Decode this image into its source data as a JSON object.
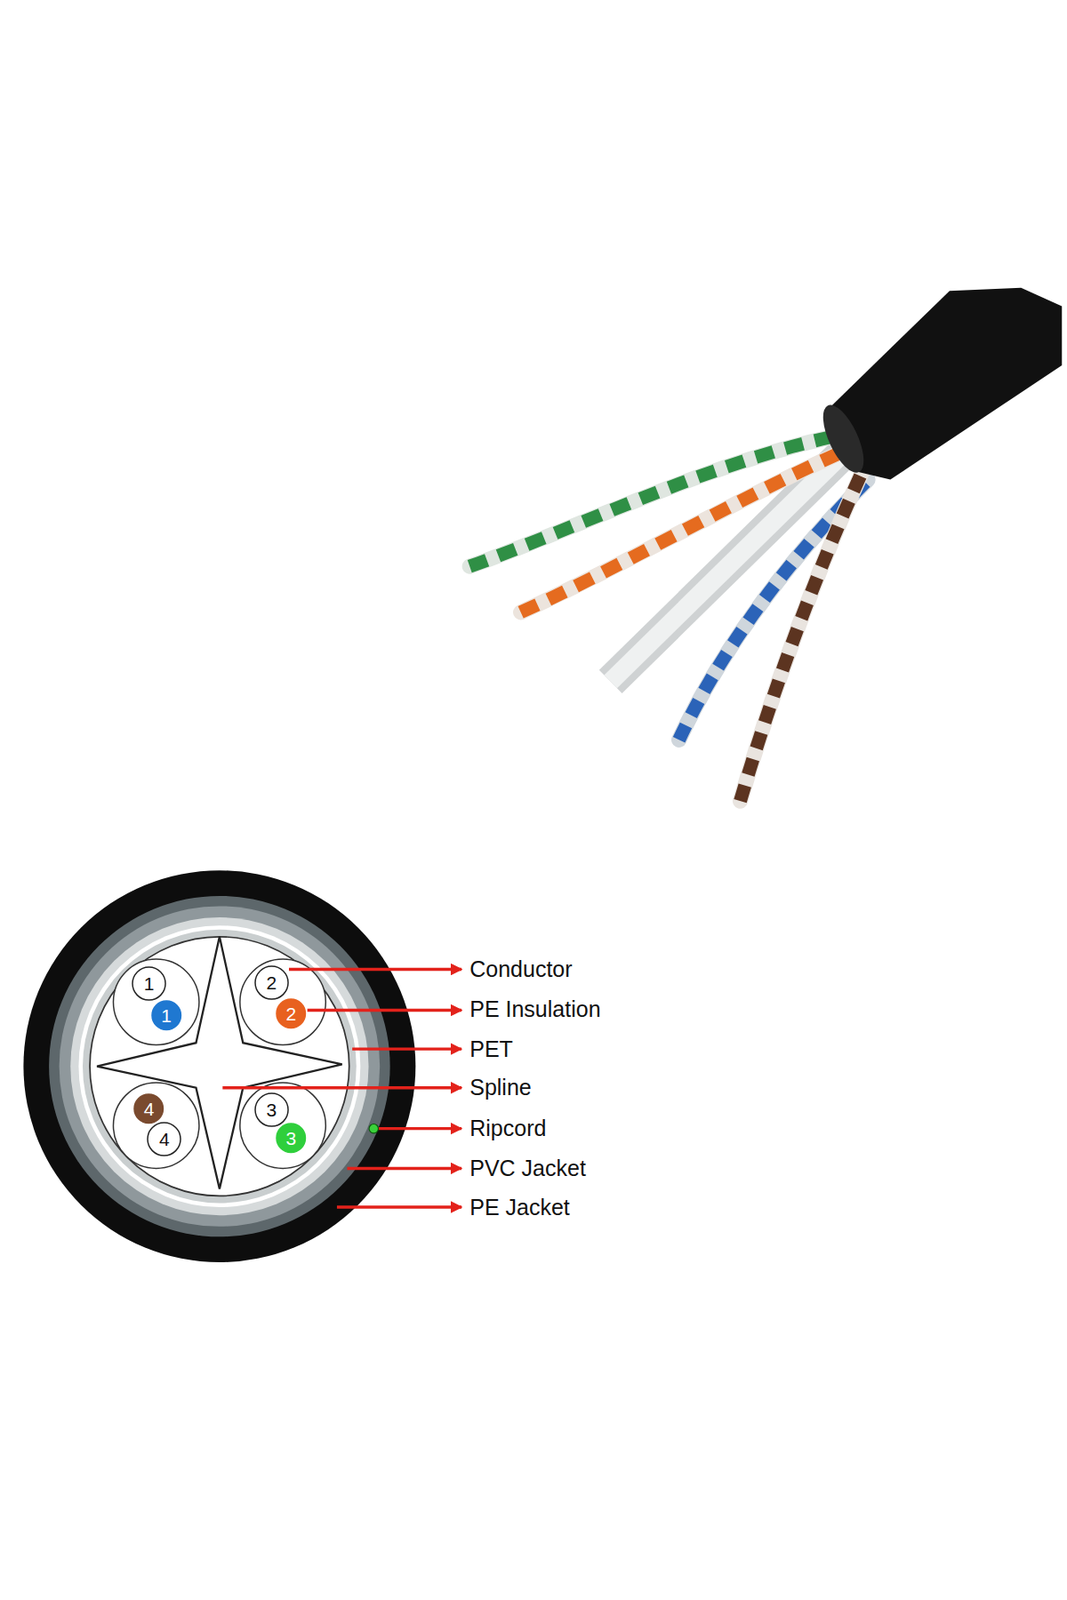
{
  "diagram": {
    "nodes": [
      {
        "text": [
          "1"
        ]
      },
      {
        "text": [
          "1"
        ]
      },
      {
        "text": [
          "2"
        ]
      },
      {
        "text": [
          "2"
        ]
      },
      {
        "text": [
          "4"
        ]
      },
      {
        "text": [
          "4"
        ]
      },
      {
        "text": [
          "3"
        ]
      },
      {
        "text": [
          "3"
        ]
      }
    ],
    "labels": [
      "Conductor",
      "PE Insulation",
      "PET",
      "Spline",
      "Ripcord",
      "PVC Jacket",
      "PE Jacket"
    ]
  }
}
